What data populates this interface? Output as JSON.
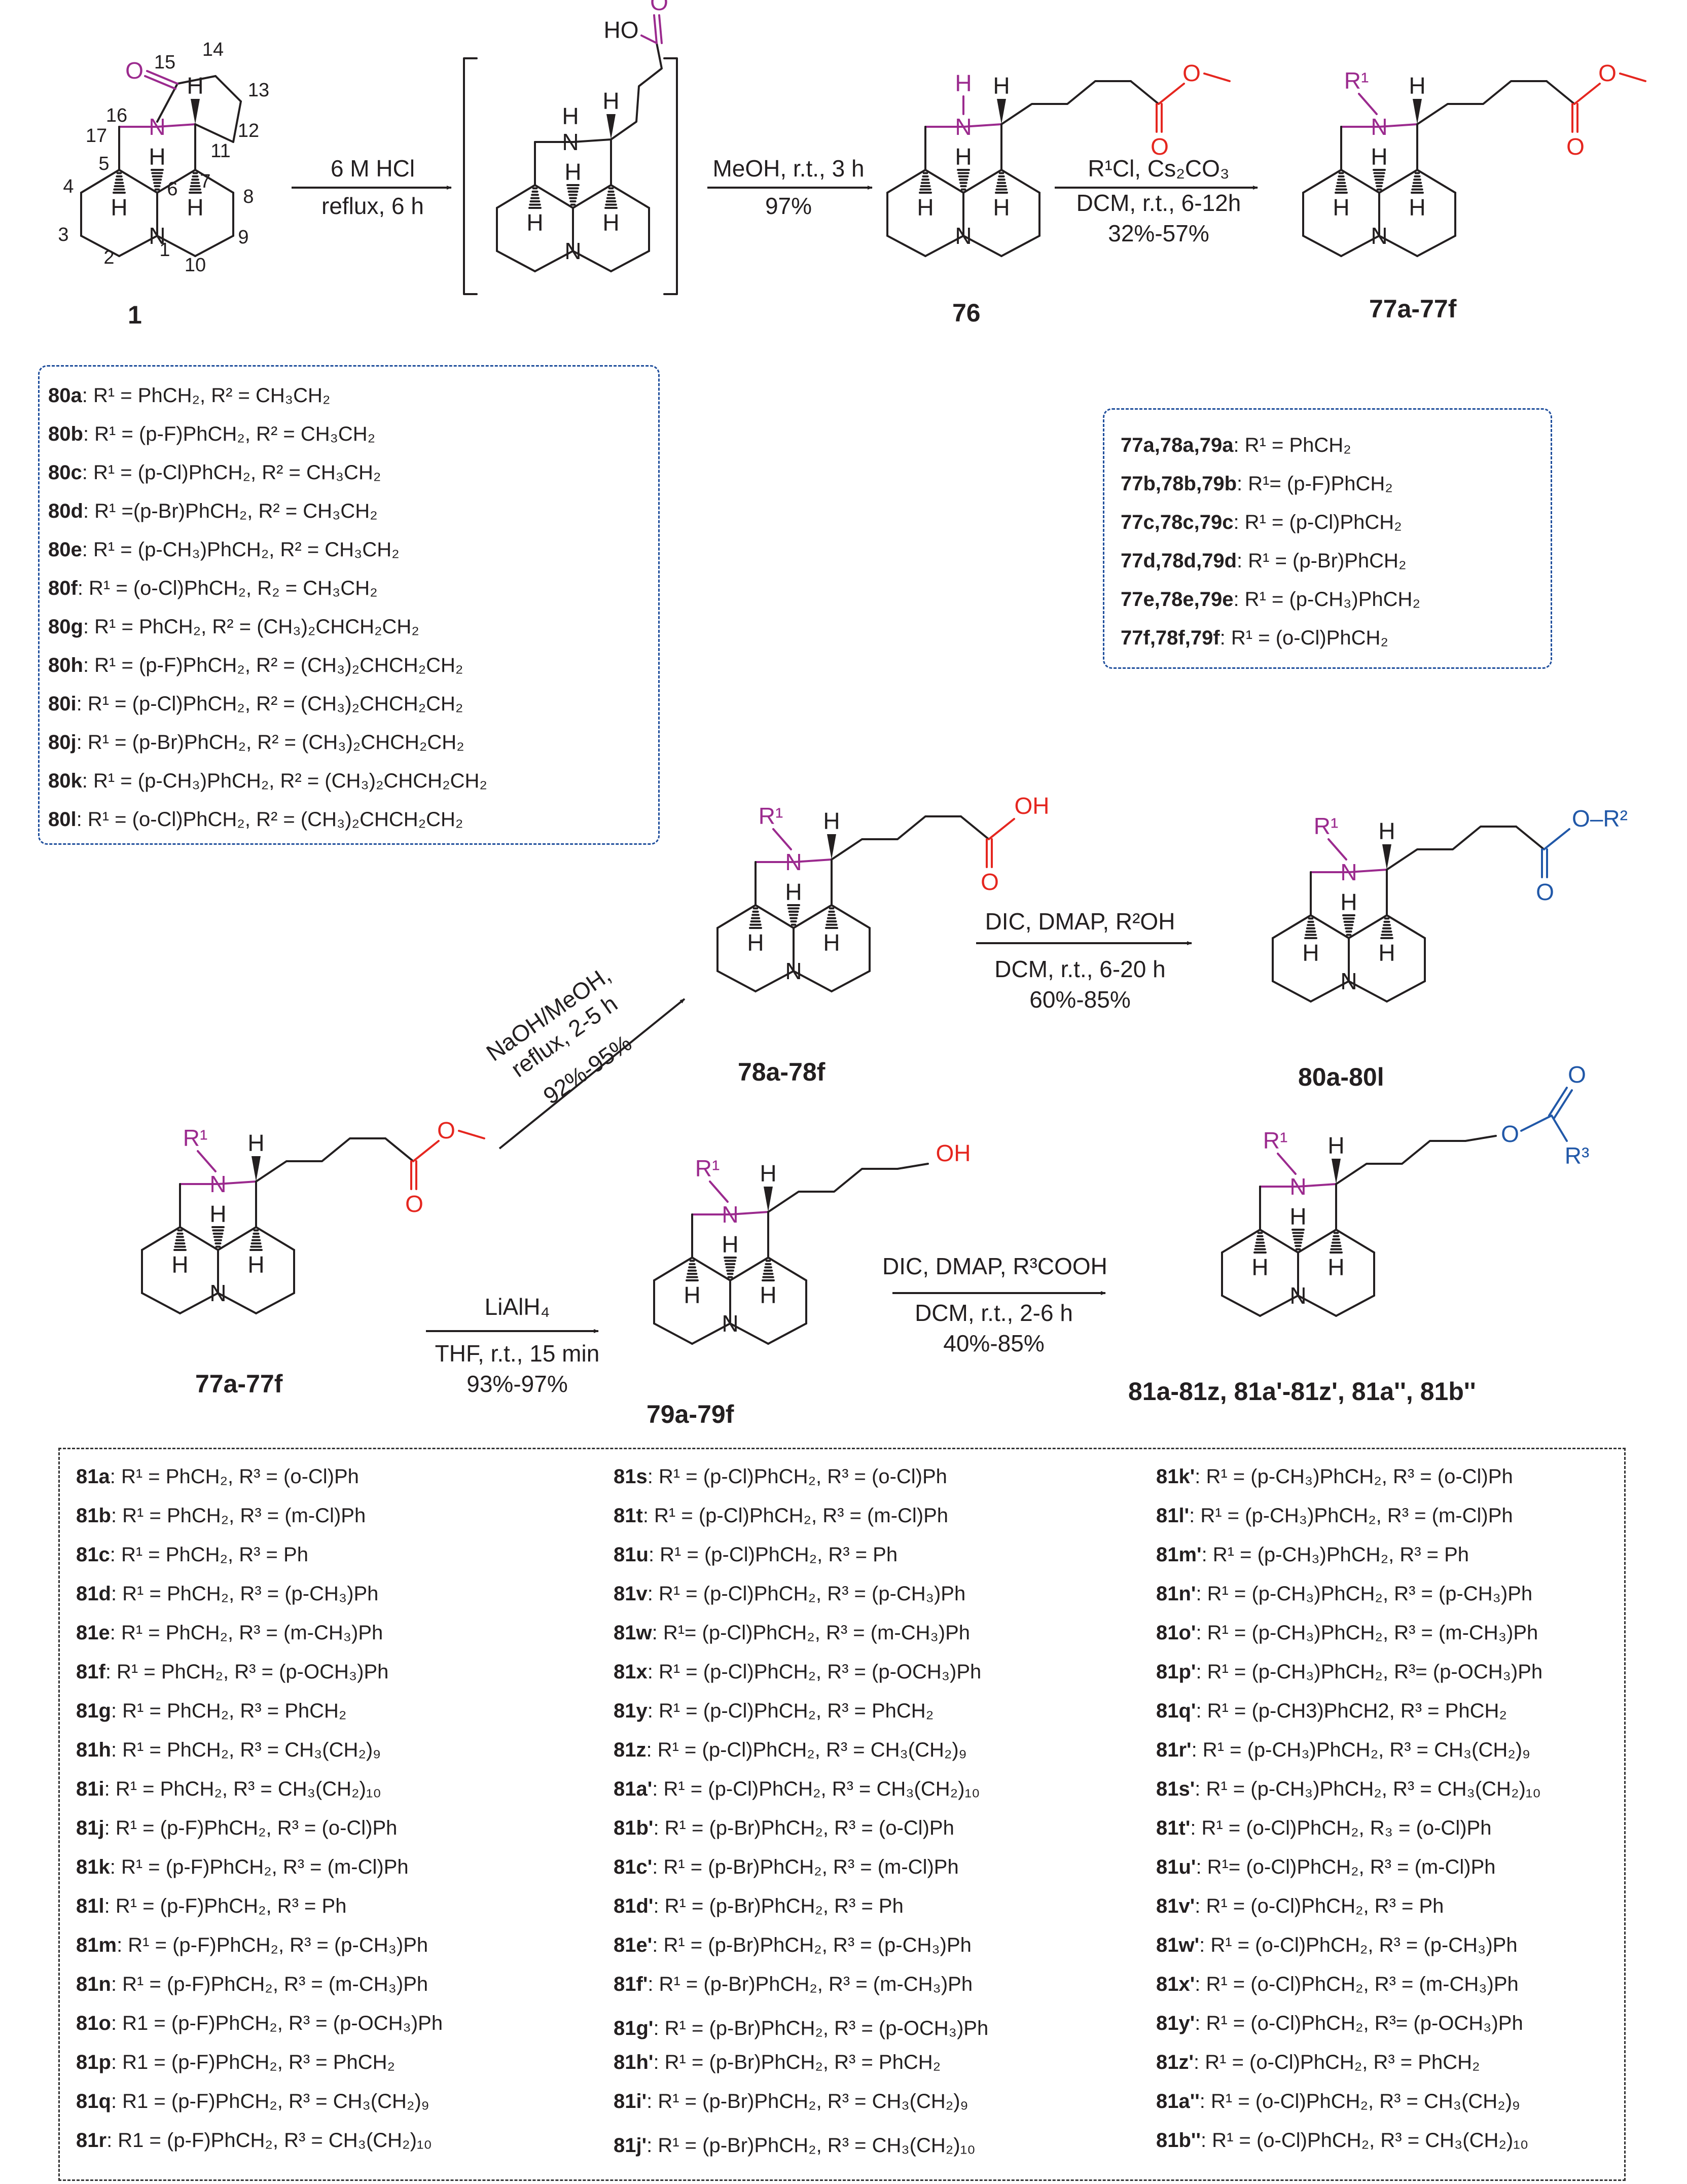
{
  "compound_labels": {
    "c1": "1",
    "c76": "76",
    "c77_top": "77a-77f",
    "c78": "78a-78f",
    "c80": "80a-80l",
    "c77_bottom": "77a-77f",
    "c79": "79a-79f",
    "c81": "81a-81z, 81a'-81z', 81a'', 81b''"
  },
  "atom_numbers": [
    "15",
    "14",
    "13",
    "16",
    "11",
    "12",
    "17",
    "5",
    "4",
    "6",
    "7",
    "8",
    "3",
    "1",
    "9",
    "2",
    "10"
  ],
  "reagents": {
    "r1_top": "6 M HCl",
    "r1_bottom": "reflux, 6 h",
    "r2_top": "MeOH, r.t., 3 h",
    "r2_bottom": "97%",
    "r3_top": "R¹Cl, Cs₂CO₃",
    "r3_mid": "DCM, r.t., 6-12h",
    "r3_bottom": "32%-57%",
    "r4_top": "NaOH/MeOH,",
    "r4_mid": "reflux, 2-5 h",
    "r4_bottom": "92%-95%",
    "r5_top": "DIC, DMAP, R²OH",
    "r5_mid": "DCM, r.t., 6-20 h",
    "r5_bottom": "60%-85%",
    "r6_top": "LiAlH₄",
    "r6_mid": "THF, r.t., 15 min",
    "r6_bottom": "93%-97%",
    "r7_top": "DIC, DMAP, R³COOH",
    "r7_mid": "DCM, r.t., 2-6 h",
    "r7_bottom": "40%-85%"
  },
  "structure_text": {
    "H": "H",
    "N": "N",
    "O": "O",
    "HO": "HO",
    "OH": "OH",
    "R1": "R¹",
    "R2": "R²",
    "R3": "R³",
    "OR2": "O–R²"
  },
  "legend_80": [
    {
      "id": "80a",
      "desc": ": R¹ = PhCH₂, R² = CH₃CH₂"
    },
    {
      "id": "80b",
      "desc": ": R¹ = (p-F)PhCH₂, R² = CH₃CH₂"
    },
    {
      "id": "80c",
      "desc": ": R¹ = (p-Cl)PhCH₂, R² = CH₃CH₂"
    },
    {
      "id": "80d",
      "desc": ": R¹ =(p-Br)PhCH₂, R² = CH₃CH₂"
    },
    {
      "id": "80e",
      "desc": ": R¹ = (p-CH₃)PhCH₂, R² = CH₃CH₂"
    },
    {
      "id": "80f",
      "desc": ": R¹ = (o-Cl)PhCH₂, R₂ = CH₃CH₂"
    },
    {
      "id": "80g",
      "desc": ": R¹ = PhCH₂, R² = (CH₃)₂CHCH₂CH₂"
    },
    {
      "id": "80h",
      "desc": ": R¹ = (p-F)PhCH₂, R² = (CH₃)₂CHCH₂CH₂"
    },
    {
      "id": "80i",
      "desc": ": R¹ = (p-Cl)PhCH₂, R² = (CH₃)₂CHCH₂CH₂"
    },
    {
      "id": "80j",
      "desc": ": R¹ = (p-Br)PhCH₂, R² = (CH₃)₂CHCH₂CH₂"
    },
    {
      "id": "80k",
      "desc": ": R¹ = (p-CH₃)PhCH₂, R² = (CH₃)₂CHCH₂CH₂"
    },
    {
      "id": "80l",
      "desc": ": R¹ = (o-Cl)PhCH₂, R² = (CH₃)₂CHCH₂CH₂"
    }
  ],
  "legend_77": [
    {
      "id": "77a,78a,79a",
      "desc": ": R¹ = PhCH₂"
    },
    {
      "id": "77b,78b,79b",
      "desc": ": R¹= (p-F)PhCH₂"
    },
    {
      "id": "77c,78c,79c",
      "desc": ": R¹ = (p-Cl)PhCH₂"
    },
    {
      "id": "77d,78d,79d",
      "desc": ": R¹ = (p-Br)PhCH₂"
    },
    {
      "id": "77e,78e,79e",
      "desc": ": R¹ = (p-CH₃)PhCH₂"
    },
    {
      "id": "77f,78f,79f",
      "desc": ": R¹ = (o-Cl)PhCH₂"
    }
  ],
  "table_81": {
    "col1": [
      {
        "id": "81a",
        "desc": ": R¹ = PhCH₂, R³ = (o-Cl)Ph"
      },
      {
        "id": "81b",
        "desc": ": R¹ = PhCH₂, R³ = (m-Cl)Ph"
      },
      {
        "id": "81c",
        "desc": ": R¹ = PhCH₂, R³ = Ph"
      },
      {
        "id": "81d",
        "desc": ": R¹ = PhCH₂, R³ = (p-CH₃)Ph"
      },
      {
        "id": "81e",
        "desc": ": R¹ = PhCH₂, R³ = (m-CH₃)Ph"
      },
      {
        "id": "81f",
        "desc": ": R¹ = PhCH₂, R³ = (p-OCH₃)Ph"
      },
      {
        "id": "81g",
        "desc": ": R¹ = PhCH₂, R³ = PhCH₂"
      },
      {
        "id": "81h",
        "desc": ": R¹ = PhCH₂, R³ = CH₃(CH₂)₉"
      },
      {
        "id": "81i",
        "desc": ": R¹ = PhCH₂, R³ = CH₃(CH₂)₁₀"
      },
      {
        "id": "81j",
        "desc": ": R¹ = (p-F)PhCH₂, R³ = (o-Cl)Ph"
      },
      {
        "id": "81k",
        "desc": ": R¹ = (p-F)PhCH₂, R³ = (m-Cl)Ph"
      },
      {
        "id": "81l",
        "desc": ": R¹ = (p-F)PhCH₂, R³ = Ph"
      },
      {
        "id": "81m",
        "desc": ": R¹ = (p-F)PhCH₂, R³ = (p-CH₃)Ph"
      },
      {
        "id": "81n",
        "desc": ": R¹ = (p-F)PhCH₂, R³ = (m-CH₃)Ph"
      },
      {
        "id": "81o",
        "desc": ": R1 = (p-F)PhCH₂, R³ = (p-OCH₃)Ph"
      },
      {
        "id": "81p",
        "desc": ": R1 = (p-F)PhCH₂, R³ = PhCH₂"
      },
      {
        "id": "81q",
        "desc": ": R1 = (p-F)PhCH₂, R³ = CH₃(CH₂)₉"
      },
      {
        "id": "81r",
        "desc": ": R1 = (p-F)PhCH₂, R³ = CH₃(CH₂)₁₀"
      }
    ],
    "col2": [
      {
        "id": "81s",
        "desc": ": R¹ = (p-Cl)PhCH₂, R³ = (o-Cl)Ph"
      },
      {
        "id": "81t",
        "desc": ": R¹ = (p-Cl)PhCH₂, R³ = (m-Cl)Ph"
      },
      {
        "id": "81u",
        "desc": ": R¹ = (p-Cl)PhCH₂, R³ = Ph"
      },
      {
        "id": "81v",
        "desc": ": R¹ = (p-Cl)PhCH₂, R³ = (p-CH₃)Ph"
      },
      {
        "id": "81w",
        "desc": ": R¹= (p-Cl)PhCH₂, R³ = (m-CH₃)Ph"
      },
      {
        "id": "81x",
        "desc": ": R¹ = (p-Cl)PhCH₂, R³ = (p-OCH₃)Ph"
      },
      {
        "id": "81y",
        "desc": ": R¹ = (p-Cl)PhCH₂, R³ = PhCH₂"
      },
      {
        "id": "81z",
        "desc": ": R¹ = (p-Cl)PhCH₂, R³ = CH₃(CH₂)₉"
      },
      {
        "id": "81a'",
        "desc": ": R¹ = (p-Cl)PhCH₂, R³ = CH₃(CH₂)₁₀"
      },
      {
        "id": "81b'",
        "desc": ": R¹ = (p-Br)PhCH₂, R³ = (o-Cl)Ph"
      },
      {
        "id": "81c'",
        "desc": ": R¹ = (p-Br)PhCH₂, R³ = (m-Cl)Ph"
      },
      {
        "id": "81d'",
        "desc": ": R¹ = (p-Br)PhCH₂, R³ = Ph"
      },
      {
        "id": "81e'",
        "desc": ": R¹ = (p-Br)PhCH₂, R³ = (p-CH₃)Ph"
      },
      {
        "id": "81f'",
        "desc": ": R¹ = (p-Br)PhCH₂, R³ = (m-CH₃)Ph"
      },
      {
        "id": "81g'",
        "desc": ": R¹ = (p-Br)PhCH₂, R³ = (p-OCH₃)Ph"
      },
      {
        "id": "81h'",
        "desc": ": R¹ = (p-Br)PhCH₂, R³ = PhCH₂"
      },
      {
        "id": "81i'",
        "desc": ": R¹ = (p-Br)PhCH₂, R³ = CH₃(CH₂)₉"
      },
      {
        "id": "81j'",
        "desc": ": R¹ = (p-Br)PhCH₂, R³ = CH₃(CH₂)₁₀"
      }
    ],
    "col3": [
      {
        "id": "81k'",
        "desc": ": R¹ = (p-CH₃)PhCH₂, R³ = (o-Cl)Ph"
      },
      {
        "id": "81l'",
        "desc": ": R¹ = (p-CH₃)PhCH₂, R³ = (m-Cl)Ph"
      },
      {
        "id": "81m'",
        "desc": ": R¹ = (p-CH₃)PhCH₂, R³ = Ph"
      },
      {
        "id": "81n'",
        "desc": ": R¹ = (p-CH₃)PhCH₂, R³ = (p-CH₃)Ph"
      },
      {
        "id": "81o'",
        "desc": ": R¹ = (p-CH₃)PhCH₂, R³ = (m-CH₃)Ph"
      },
      {
        "id": "81p'",
        "desc": ": R¹ = (p-CH₃)PhCH₂, R³= (p-OCH₃)Ph"
      },
      {
        "id": "81q'",
        "desc": ": R¹ = (p-CH3)PhCH2, R³ = PhCH₂"
      },
      {
        "id": "81r'",
        "desc": ": R¹ = (p-CH₃)PhCH₂, R³ = CH₃(CH₂)₉"
      },
      {
        "id": "81s'",
        "desc": ": R¹ = (p-CH₃)PhCH₂, R³ = CH₃(CH₂)₁₀"
      },
      {
        "id": "81t'",
        "desc": ": R¹ = (o-Cl)PhCH₂, R₃ = (o-Cl)Ph"
      },
      {
        "id": "81u'",
        "desc": ": R¹= (o-Cl)PhCH₂, R³ = (m-Cl)Ph"
      },
      {
        "id": "81v'",
        "desc": ": R¹ = (o-Cl)PhCH₂, R³ = Ph"
      },
      {
        "id": "81w'",
        "desc": ": R¹ = (o-Cl)PhCH₂, R³ = (p-CH₃)Ph"
      },
      {
        "id": "81x'",
        "desc": ": R¹ = (o-Cl)PhCH₂, R³ = (m-CH₃)Ph"
      },
      {
        "id": "81y'",
        "desc": ": R¹ = (o-Cl)PhCH₂, R³= (p-OCH₃)Ph"
      },
      {
        "id": "81z'",
        "desc": ": R¹ = (o-Cl)PhCH₂, R³ = PhCH₂"
      },
      {
        "id": "81a''",
        "desc": ": R¹ = (o-Cl)PhCH₂, R³ = CH₃(CH₂)₉"
      },
      {
        "id": "81b''",
        "desc": ": R¹ = (o-Cl)PhCH₂, R³ = CH₃(CH₂)₁₀"
      }
    ]
  },
  "colors": {
    "ink": "#231f20",
    "purple": "#9b2a8e",
    "red": "#e5261f",
    "blue": "#2158a8",
    "box_blue": "#1f4e9c"
  }
}
